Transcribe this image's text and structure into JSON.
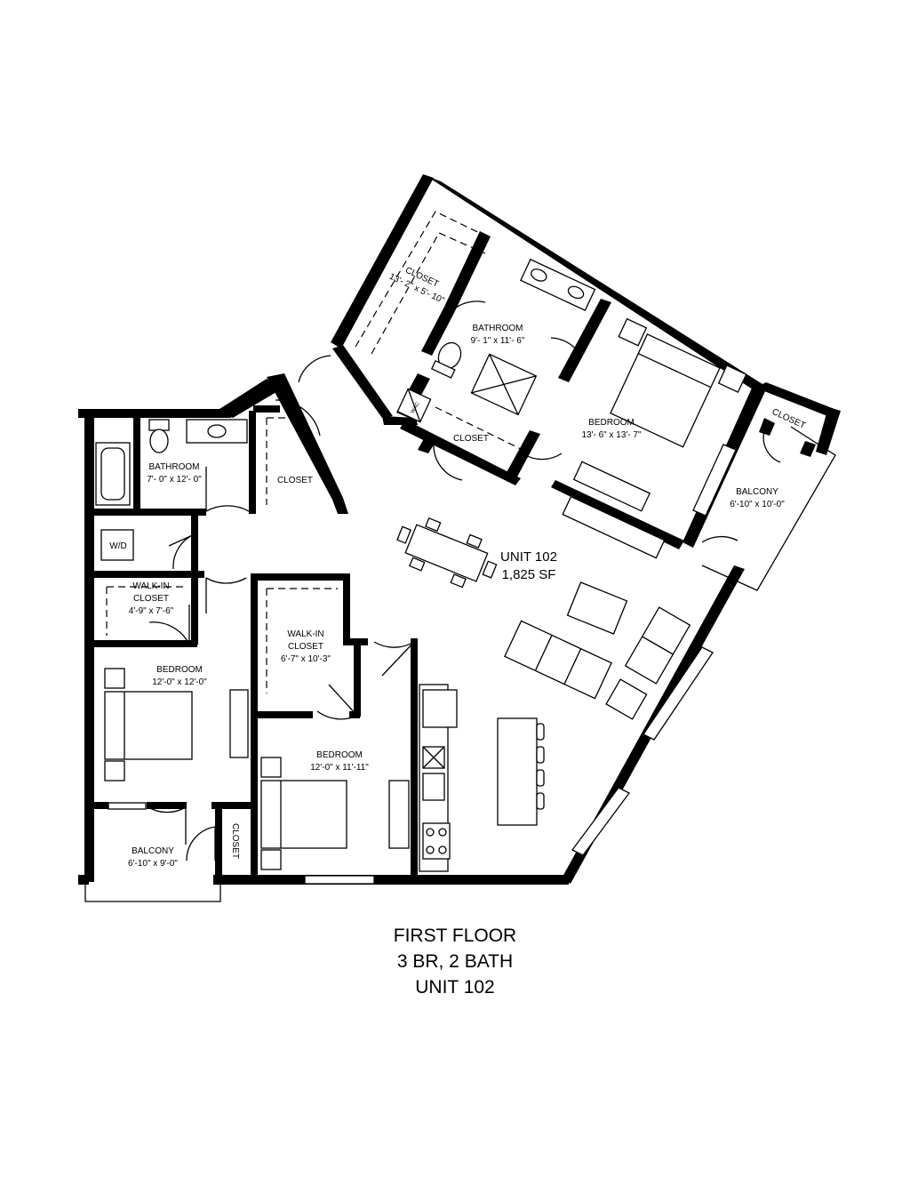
{
  "rooms": {
    "closet_master": {
      "name": "CLOSET",
      "dims": "13'- 2\" x 5'- 10\""
    },
    "bathroom_master": {
      "name": "BATHROOM",
      "dims": "9'- 1\" x 11'- 6\""
    },
    "bedroom_master": {
      "name": "BEDROOM",
      "dims": "13'- 6\" x 13'- 7\""
    },
    "closet_hall": {
      "name": "CLOSET"
    },
    "closet_balcony": {
      "name": "CLOSET"
    },
    "balcony_master": {
      "name": "BALCONY",
      "dims": "6'-10\" x 10'-0\""
    },
    "wac": {
      "name": "WAC"
    },
    "bathroom_2": {
      "name": "BATHROOM",
      "dims": "7'- 0\" x 12'- 0\""
    },
    "closet_entry": {
      "name": "CLOSET"
    },
    "wd": {
      "name": "W/D"
    },
    "walkin_1": {
      "name_line1": "WALK-IN",
      "name_line2": "CLOSET",
      "dims": "4'-9\" x 7'-6\""
    },
    "walkin_2": {
      "name_line1": "WALK-IN",
      "name_line2": "CLOSET",
      "dims": "6'-7\" x 10'-3\""
    },
    "bedroom_2": {
      "name": "BEDROOM",
      "dims": "12'-0\" x 12'-0\""
    },
    "bedroom_3": {
      "name": "BEDROOM",
      "dims": "12'-0\" x 11'-11\""
    },
    "closet_small": {
      "name": "CLOSET"
    },
    "balcony_2": {
      "name": "BALCONY",
      "dims": "6'-10\" x 9'-0\""
    }
  },
  "unit": {
    "label": "UNIT 102",
    "area": "1,825 SF"
  },
  "caption": {
    "line1": "FIRST FLOOR",
    "line2": "3 BR, 2 BATH",
    "line3": "UNIT 102"
  }
}
